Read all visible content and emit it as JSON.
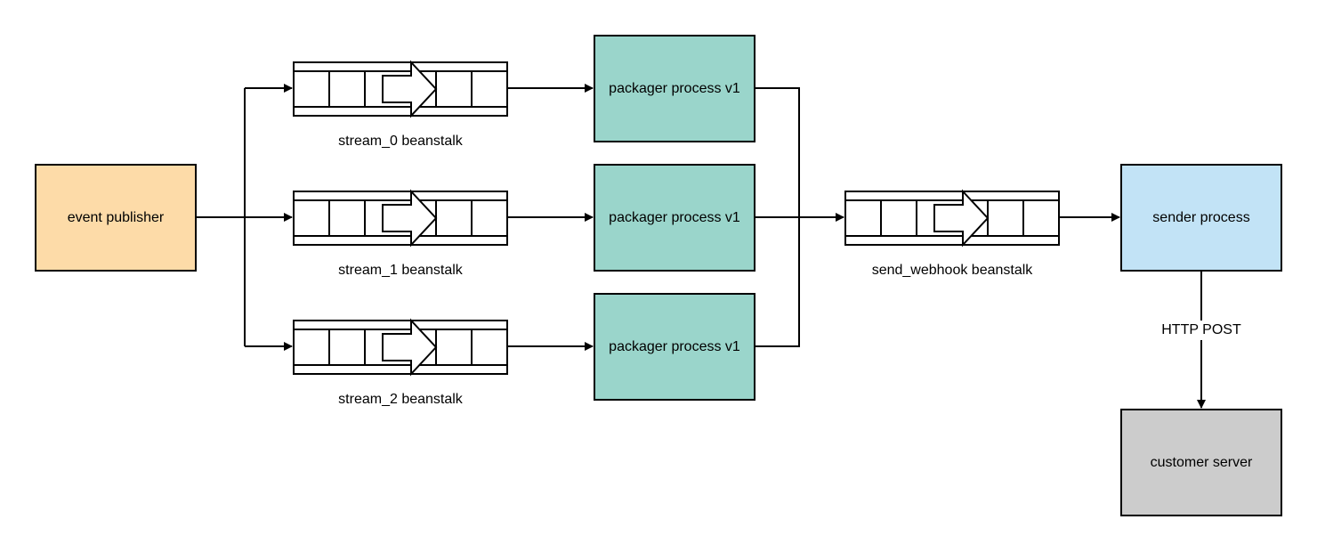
{
  "colors": {
    "publisher": "#FDDBA8",
    "packager": "#9AD5CB",
    "sender": "#C2E3F6",
    "customer": "#CCCCCC",
    "line": "#000000"
  },
  "nodes": {
    "publisher": "event publisher",
    "packager_0": "packager process v1",
    "packager_1": "packager process v1",
    "packager_2": "packager process v1",
    "sender": "sender process",
    "customer": "customer server"
  },
  "queues": {
    "stream_0": "stream_0 beanstalk",
    "stream_1": "stream_1 beanstalk",
    "stream_2": "stream_2 beanstalk",
    "send_webhook": "send_webhook beanstalk"
  },
  "edges": {
    "http_post": "HTTP POST"
  }
}
